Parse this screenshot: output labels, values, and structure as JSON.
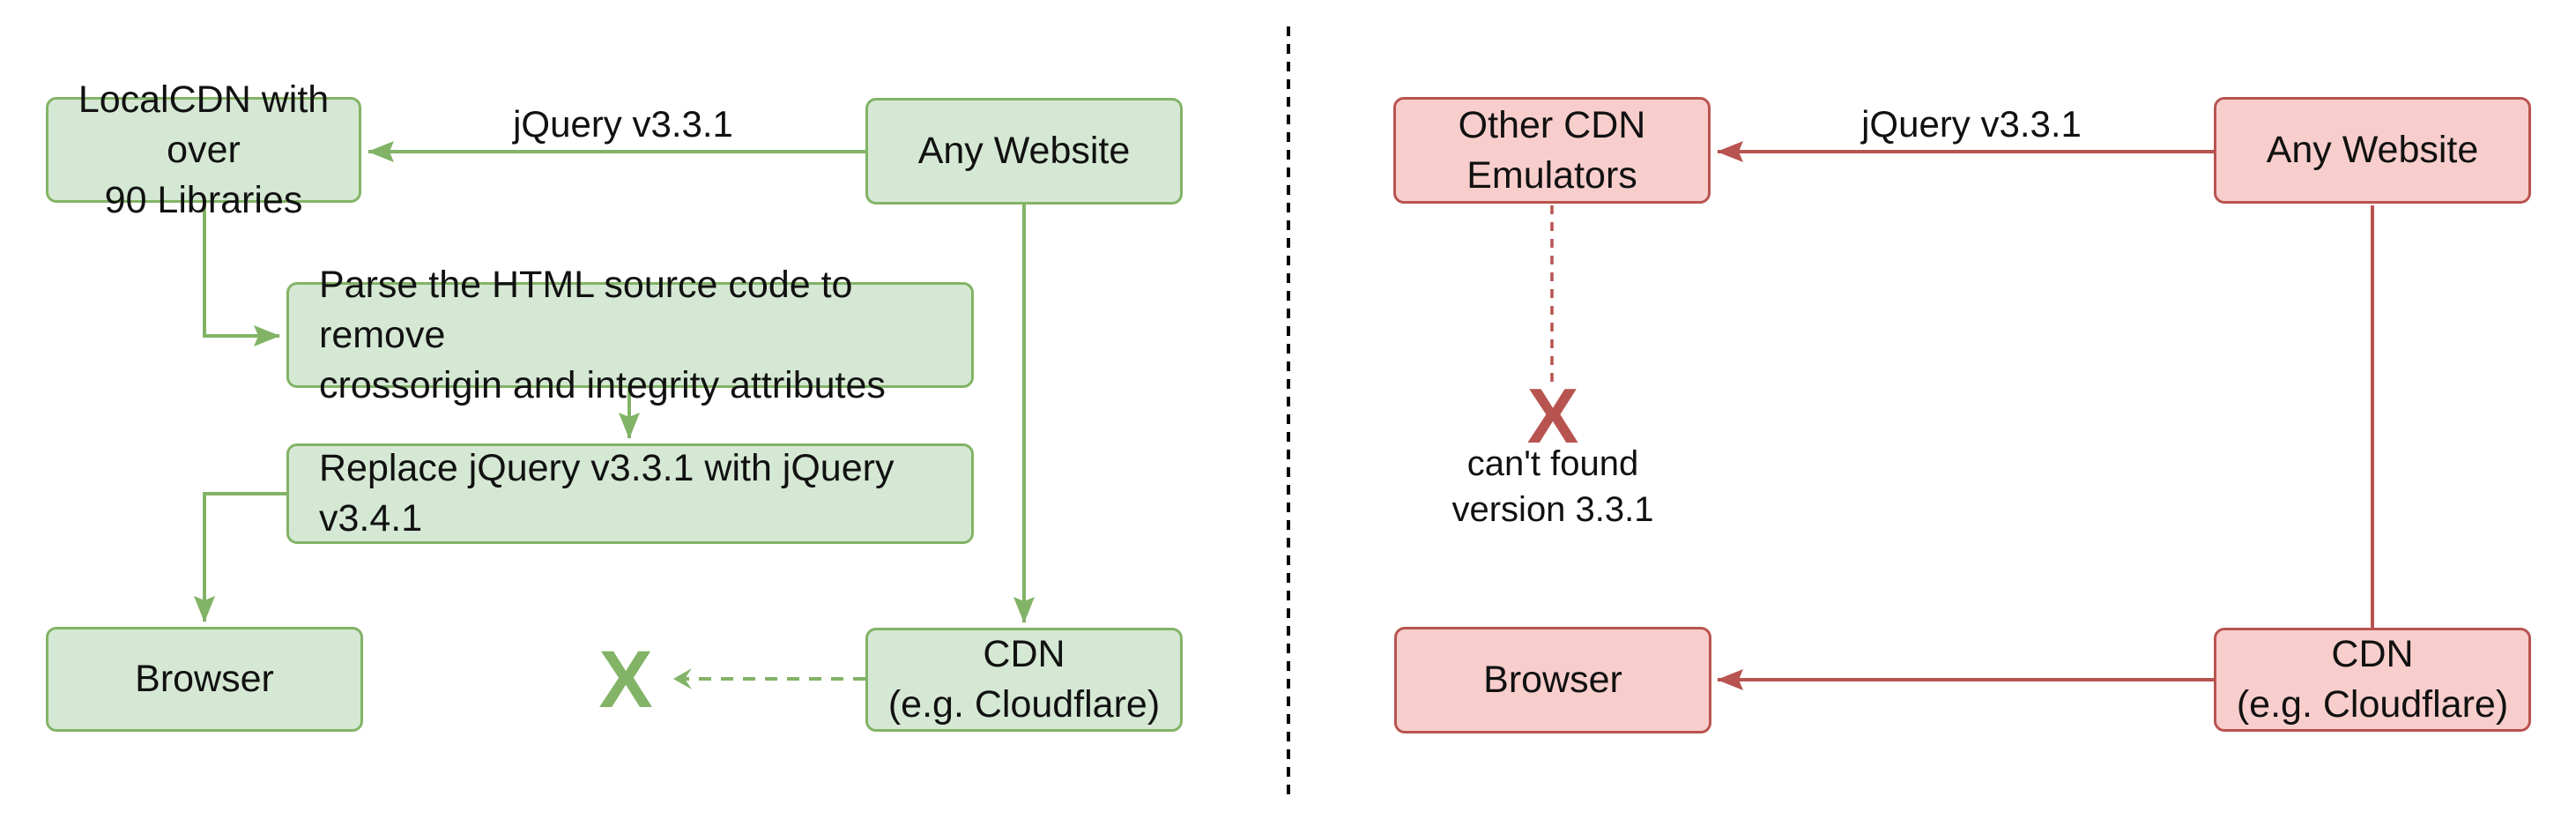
{
  "diagram": {
    "type": "flowchart-comparison",
    "colors": {
      "green_fill": "#d5e8d4",
      "green_stroke": "#82b366",
      "red_fill": "#f8cecc",
      "red_stroke": "#b85450",
      "separator": "#000000",
      "text": "#111111"
    },
    "left_panel": {
      "theme": "green",
      "nodes": {
        "localcdn": {
          "line1": "LocalCDN with over",
          "line2": "90 Libraries"
        },
        "any_website": {
          "line1": "Any Website"
        },
        "parse": {
          "line1": "Parse the HTML source code to remove",
          "line2": "crossorigin and integrity attributes"
        },
        "replace": {
          "line1": "Replace jQuery v3.3.1 with jQuery v3.4.1"
        },
        "browser": {
          "line1": "Browser"
        },
        "cdn": {
          "line1": "CDN",
          "line2": "(e.g. Cloudflare)"
        }
      },
      "edge_label": "jQuery v3.3.1",
      "blocked_mark": "X"
    },
    "right_panel": {
      "theme": "red",
      "nodes": {
        "other_cdn": {
          "line1": "Other CDN",
          "line2": "Emulators"
        },
        "any_website": {
          "line1": "Any Website"
        },
        "browser": {
          "line1": "Browser"
        },
        "cdn": {
          "line1": "CDN",
          "line2": "(e.g. Cloudflare)"
        }
      },
      "edge_label": "jQuery v3.3.1",
      "failure_mark": "X",
      "failure_caption": {
        "line1": "can't found",
        "line2": "version 3.3.1"
      }
    }
  }
}
